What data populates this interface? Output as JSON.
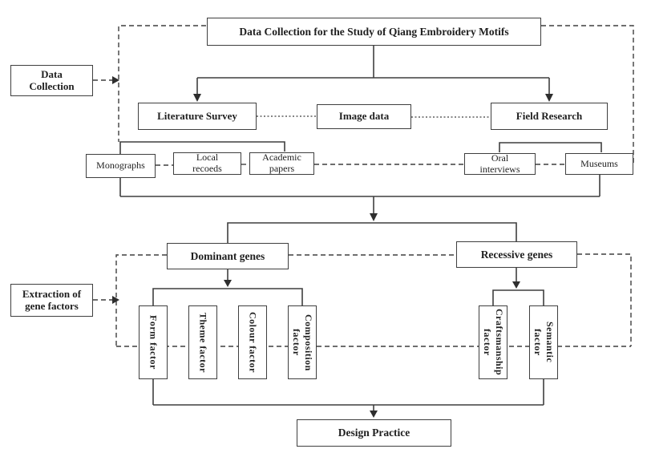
{
  "labels": {
    "title": "Data Collection for the Study of Qiang Embroidery Motifs",
    "data_collection": "Data\nCollection",
    "literature_survey": "Literature Survey",
    "image_data": "Image data",
    "field_research": "Field Research",
    "monographs": "Monographs",
    "local_records": "Local\nrecoeds",
    "academic_papers": "Academic\npapers",
    "oral_interviews": "Oral\ninterviews",
    "museums": "Museums",
    "dominant_genes": "Dominant genes",
    "recessive_genes": "Recessive genes",
    "extraction": "Extraction of\ngene factors",
    "form_factor": "Form factor",
    "theme_factor": "Theme factor",
    "colour_factor": "Colour factor",
    "composition_factor": "Composition\nfactor",
    "craftsmanship_factor": "Craftsmanship\nfactor",
    "semantic_factor": "Semantic\nfactor",
    "design_practice": "Design Practice"
  },
  "colors": {
    "line": "#3f3f3f",
    "text": "#1f1f1f",
    "background": "#ffffff"
  }
}
